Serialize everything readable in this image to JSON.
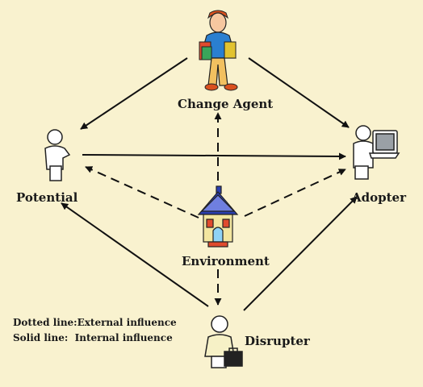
{
  "nodes": {
    "change_agent": "Change Agent",
    "potential": "Potential",
    "adopter": "Adopter",
    "environment": "Environment",
    "disrupter": "Disrupter"
  },
  "legend": {
    "dotted": "Dotted line:External influence",
    "solid": "Solid line:  Internal influence"
  },
  "colors": {
    "background": "#f9f2cf",
    "line": "#111111",
    "house_roof": "#2b3fb0",
    "house_wall": "#f3e6a0",
    "agent_shirt": "#2a7fd0",
    "agent_pants": "#f2c060",
    "agent_hair": "#d9501e",
    "figure_fill": "#ffffff"
  },
  "icons": {
    "change_agent": "man-holding-books-icon",
    "potential": "person-outline-icon",
    "adopter": "person-with-laptop-icon",
    "environment": "church-house-icon",
    "disrupter": "person-with-briefcase-icon"
  }
}
